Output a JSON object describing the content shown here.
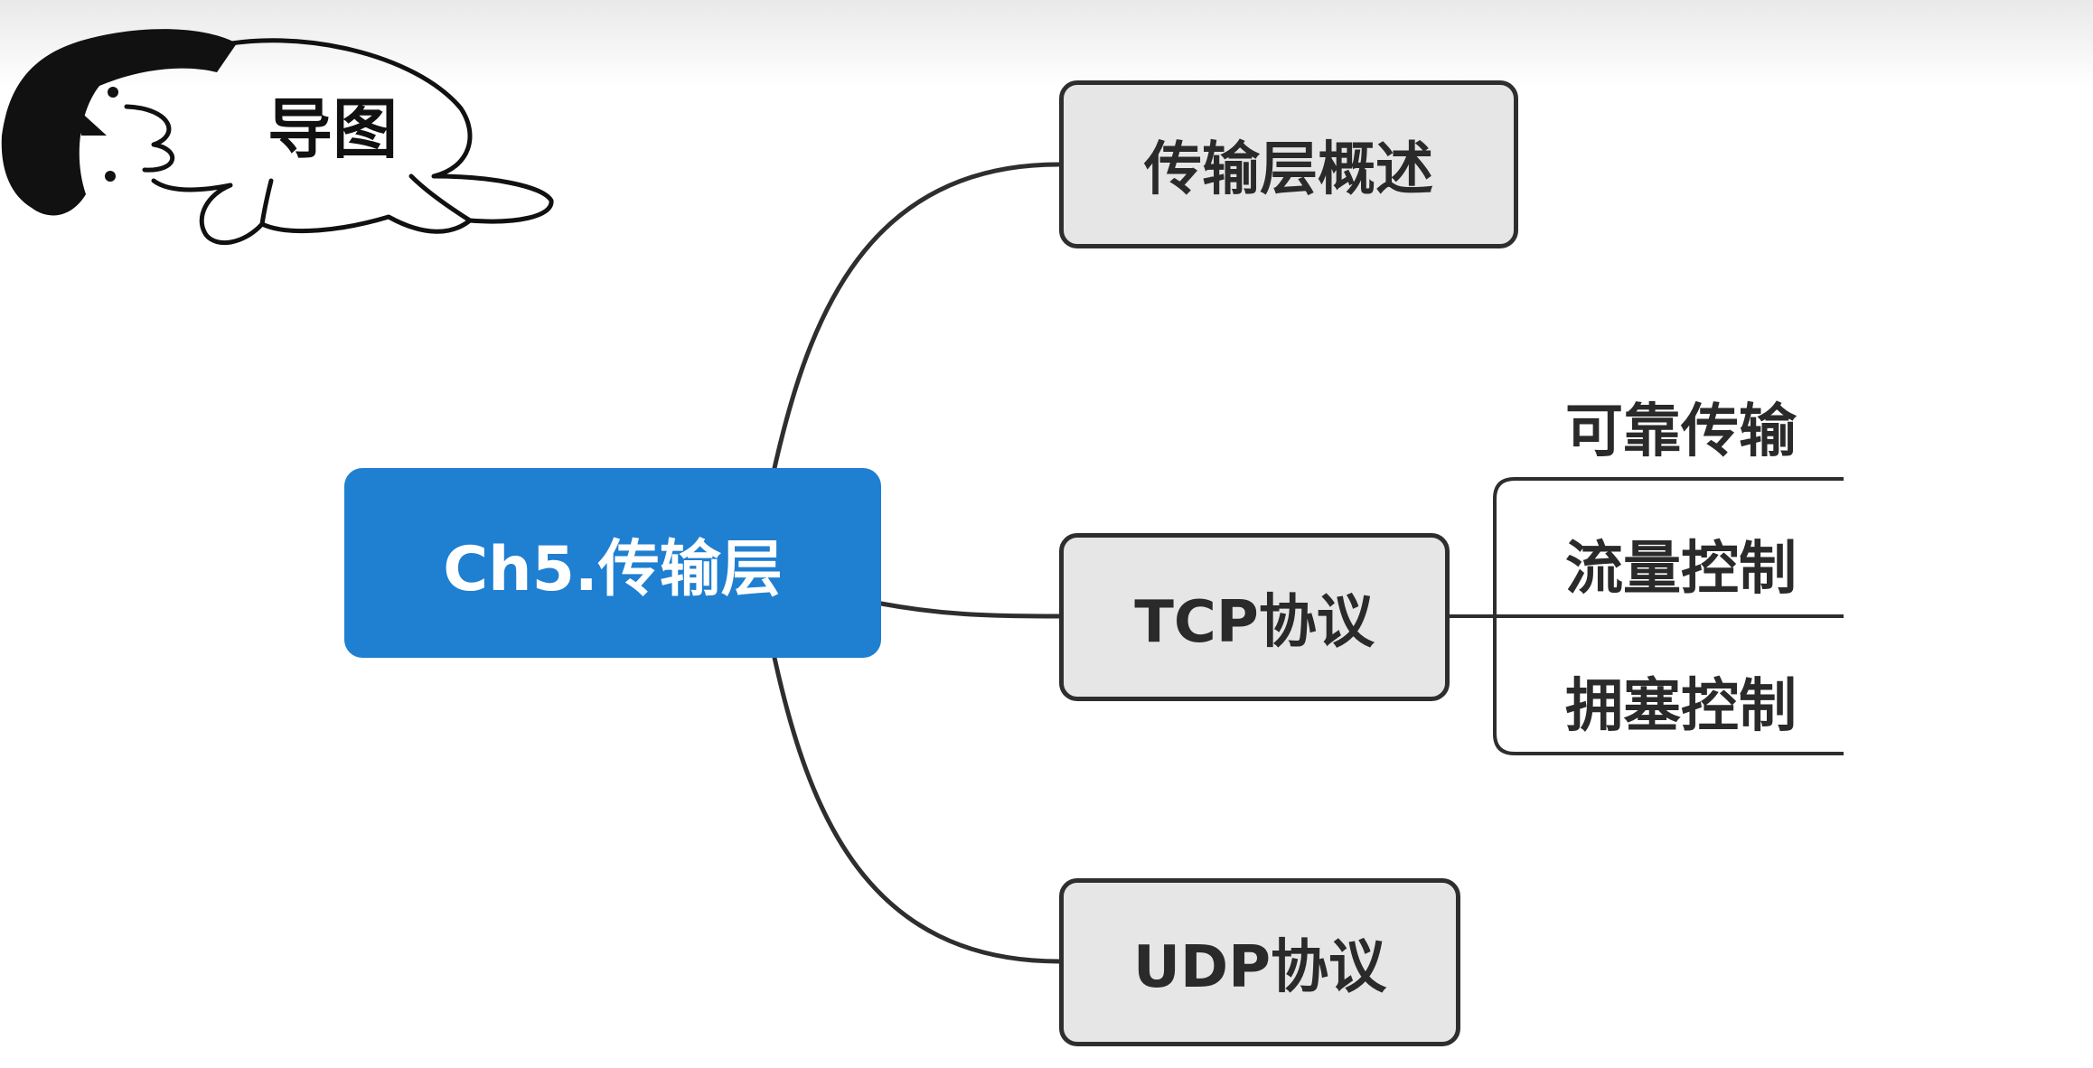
{
  "diagram": {
    "root": {
      "label": "Ch5.传输层"
    },
    "branches": [
      {
        "label": "传输层概述"
      },
      {
        "label": "TCP协议",
        "children": [
          "可靠传输",
          "流量控制",
          "拥塞控制"
        ]
      },
      {
        "label": "UDP协议"
      }
    ]
  },
  "mascot": {
    "label": "导图"
  },
  "colors": {
    "root_fill": "#1f7fd1",
    "node_fill": "#e6e6e6",
    "stroke": "#2e2e2e"
  }
}
